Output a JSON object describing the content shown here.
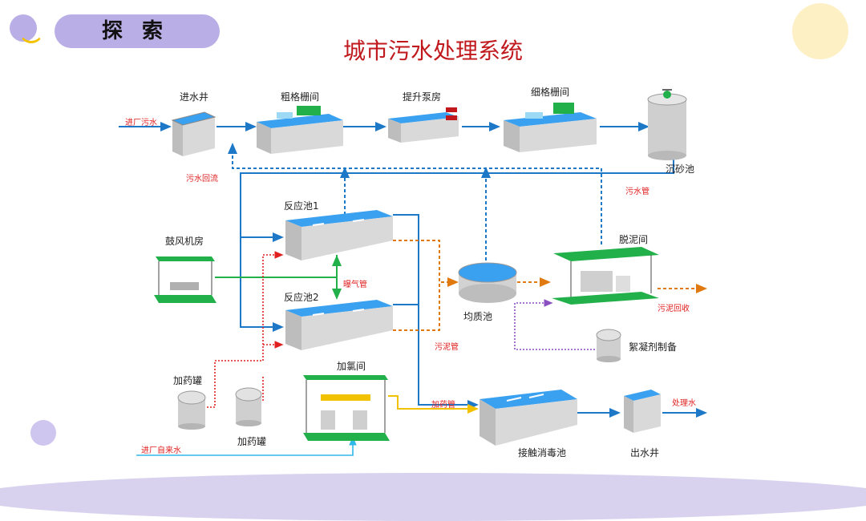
{
  "header": {
    "tab_label": "探索",
    "title": "城市污水处理系统"
  },
  "units": {
    "inlet_well": "进水井",
    "coarse_screen": "粗格栅间",
    "lift_pump": "提升泵房",
    "fine_screen": "细格栅间",
    "grit_tank": "沉砂池",
    "reactor1": "反应池1",
    "reactor2": "反应池2",
    "blower": "鼓风机房",
    "equalization": "均质池",
    "dewatering": "脱泥间",
    "flocculant": "絮凝剂制备",
    "dosing_tank1": "加药罐",
    "dosing_tank2": "加药罐",
    "chlorination": "加氯间",
    "contact_tank": "接触消毒池",
    "outlet_well": "出水井"
  },
  "pipes": {
    "raw_sewage_in": "进厂污水",
    "sewage_return": "污水回流",
    "sewage_pipe": "污水管",
    "aeration_pipe": "曝气管",
    "sludge_pipe": "污泥管",
    "sludge_recovery": "污泥回收",
    "dosing_pipe": "加药管",
    "treated_water": "处理水",
    "tap_water_in": "进厂自来水"
  },
  "colors": {
    "water": "#1e78c8",
    "aeration": "#22b04a",
    "sludge": "#e07a10",
    "dosing_red": "#e02020",
    "dosing_yellow": "#f2c200",
    "flocculant": "#8a4fc0",
    "tap_water": "#30b8e8",
    "tab_fill": "#b9aee6",
    "title": "#c0181c"
  }
}
